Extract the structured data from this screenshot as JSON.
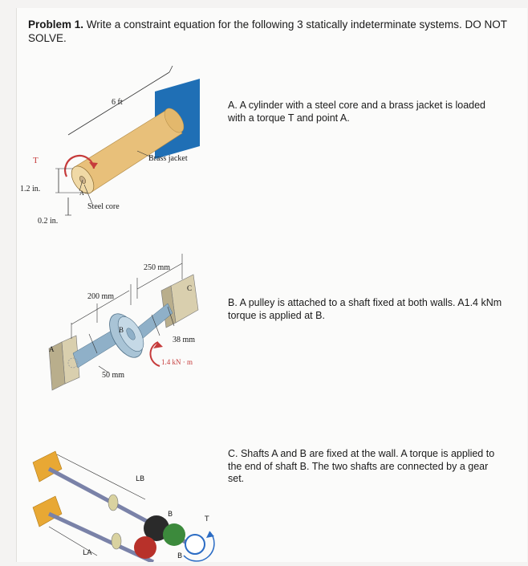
{
  "header": {
    "problem_label": "Problem 1.",
    "prompt": " Write a constraint equation for the following 3 statically indeterminate systems. DO NOT SOLVE."
  },
  "parts": [
    {
      "text": "A. A cylinder with a steel core and a brass jacket is loaded with a torque T and point A."
    },
    {
      "text": "B. A pulley is attached to a shaft fixed at both walls. A1.4 kNm torque is applied at B."
    },
    {
      "text": "C. Shafts A and B are fixed at the wall. A torque is applied to the end of shaft B. The two shafts are connected by a gear set."
    }
  ],
  "figA": {
    "length": "6 ft",
    "torque": "T",
    "jacket": "Brass jacket",
    "core": "Steel core",
    "outer_dia": "1.2 in.",
    "inner_dia": "0.2 in.",
    "point": "A"
  },
  "figB": {
    "len_bc": "250 mm",
    "len_ab": "200 mm",
    "point_a": "A",
    "point_b": "B",
    "point_c": "C",
    "dia_bc": "38 mm",
    "dia_ab": "50 mm",
    "torque": "1.4 kN · m"
  },
  "figC": {
    "len_b": "LB",
    "len_a": "LA",
    "gear_b": "B",
    "gear_b2": "B",
    "torque": "T"
  },
  "colors": {
    "wall_blue": "#1f6fb5",
    "brass": "#e8c07a",
    "shaft_blue": "#8fb0c8",
    "torque_red": "#c63b3b",
    "gear_dark": "#2a2a2a",
    "gear_red": "#b8312a",
    "gear_green": "#3c8a3c",
    "wall_yellow": "#e8a834"
  }
}
